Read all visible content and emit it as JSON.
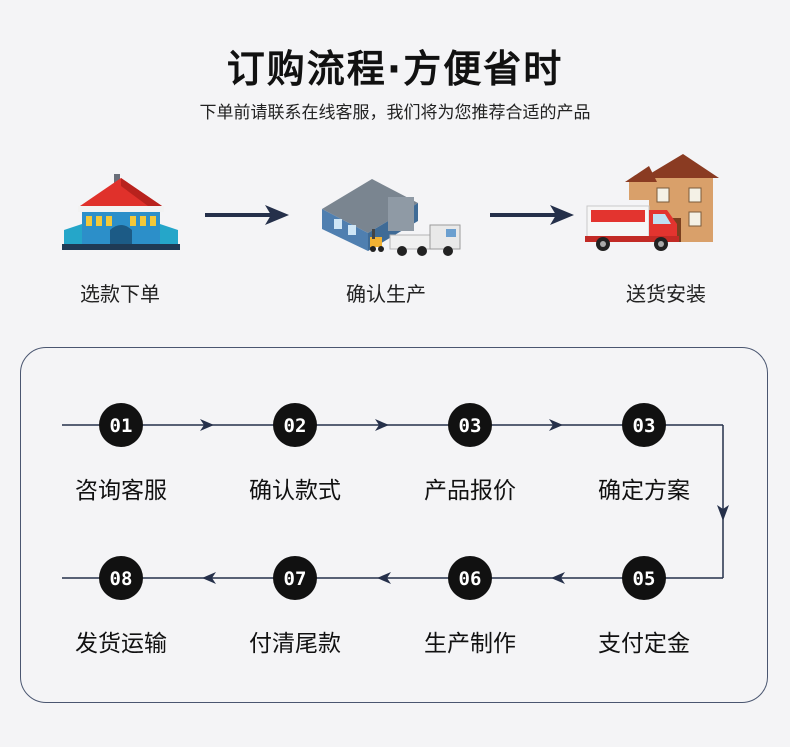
{
  "header": {
    "title": "订购流程·方便省时",
    "subtitle": "下单前请联系在线客服，我们将为您推荐合适的产品"
  },
  "top_steps": [
    {
      "label": "选款下单",
      "icon": "store-building-icon"
    },
    {
      "label": "确认生产",
      "icon": "factory-truck-icon"
    },
    {
      "label": "送货安装",
      "icon": "delivery-house-icon"
    }
  ],
  "process": {
    "row1": [
      {
        "num": "01",
        "label": "咨询客服"
      },
      {
        "num": "02",
        "label": "确认款式"
      },
      {
        "num": "03",
        "label": "产品报价"
      },
      {
        "num": "03",
        "label": "确定方案"
      }
    ],
    "row2": [
      {
        "num": "08",
        "label": "发货运输"
      },
      {
        "num": "07",
        "label": "付清尾款"
      },
      {
        "num": "06",
        "label": "生产制作"
      },
      {
        "num": "05",
        "label": "支付定金"
      }
    ]
  },
  "colors": {
    "arrow": "#25304a",
    "badge": "#111111",
    "panel_border": "#4a5670"
  }
}
